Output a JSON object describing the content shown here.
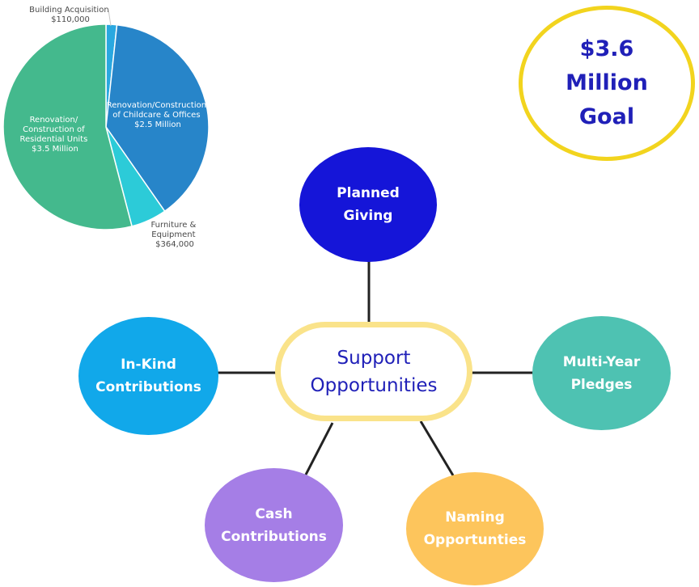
{
  "chart_data": {
    "type": "pie",
    "slices": [
      {
        "label": "Building Acquisition",
        "value_label": "$110,000",
        "value": 110000,
        "color": "#2aa8e0"
      },
      {
        "label": "Renovation/Construction of Childcare & Offices",
        "value_label": "$2.5 Million",
        "value": 2500000,
        "color": "#2785c9"
      },
      {
        "label": "Furniture & Equipment",
        "value_label": "$364,000",
        "value": 364000,
        "color": "#2ccbd8"
      },
      {
        "label": "Renovation/ Construction of Residential Units",
        "value_label": "$3.5 Million",
        "value": 3500000,
        "color": "#44b98d"
      }
    ]
  },
  "goal": {
    "text": "$3.6\nMillion\nGoal"
  },
  "center": {
    "text": "Support\nOpportunities"
  },
  "hubs": {
    "planned_giving": {
      "text": "Planned\nGiving"
    },
    "in_kind": {
      "text": "In-Kind\nContributions"
    },
    "multi_year": {
      "text": "Multi-Year\nPledges"
    },
    "cash": {
      "text": "Cash\nContributions"
    },
    "naming": {
      "text": "Naming\nOpportunties"
    }
  },
  "colors": {
    "connector": "#222222",
    "center_border": "#fae38a",
    "goal_border": "#f2d41e",
    "text_blue": "#2020b8"
  }
}
